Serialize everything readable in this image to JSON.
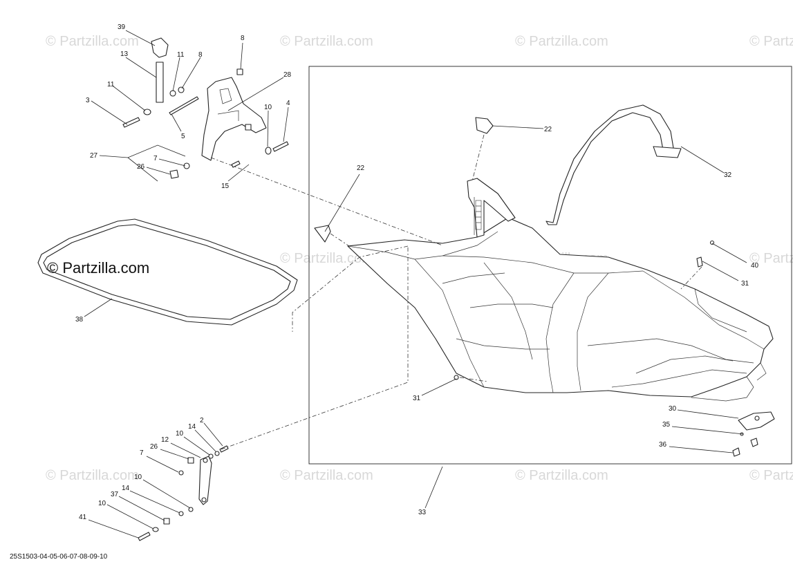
{
  "watermark_text": "© Partzilla.com",
  "brand_label": "© Partzilla.com",
  "diagram_code": "25S1503-04-05-06-07-08-09-10",
  "callouts": {
    "c39": "39",
    "c13": "13",
    "c8a": "8",
    "c11a": "11",
    "c8b": "8",
    "c11b": "11",
    "c3": "3",
    "c5": "5",
    "c28": "28",
    "c10a": "10",
    "c4": "4",
    "c27": "27",
    "c7a": "7",
    "c26a": "26",
    "c15": "15",
    "c38": "38",
    "c22a": "22",
    "c22b": "22",
    "c32": "32",
    "c40": "40",
    "c31a": "31",
    "c31b": "31",
    "c30": "30",
    "c35": "35",
    "c36": "36",
    "c33": "33",
    "c2": "2",
    "c14a": "14",
    "c10b": "10",
    "c12": "12",
    "c26b": "26",
    "c7b": "7",
    "c10c": "10",
    "c14b": "14",
    "c37": "37",
    "c10d": "10",
    "c41": "41"
  }
}
